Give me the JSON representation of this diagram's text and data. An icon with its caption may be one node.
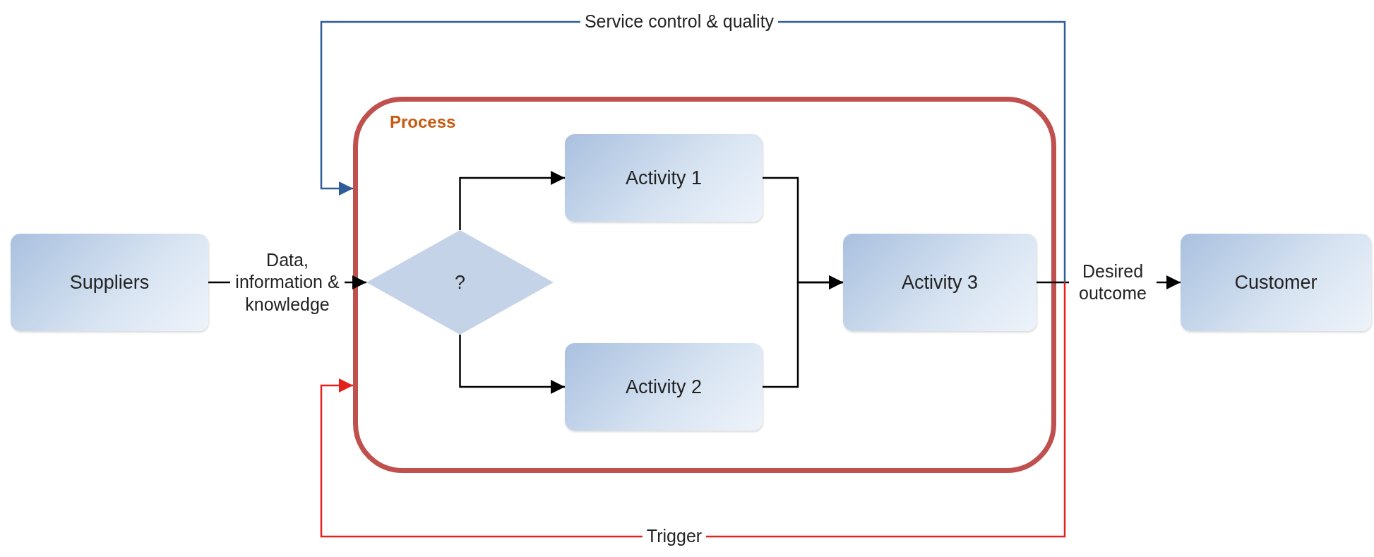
{
  "diagram": {
    "nodes": [
      {
        "text": [
          "Suppliers"
        ]
      },
      {
        "text": [
          "Process"
        ]
      },
      {
        "text": [
          "?"
        ],
        "in": 1
      },
      {
        "text": [
          "Activity 1"
        ],
        "in": 1
      },
      {
        "text": [
          "Activity 2"
        ],
        "in": 1
      },
      {
        "text": [
          "Activity 3"
        ],
        "in": 1
      },
      {
        "text": [
          "Customer"
        ]
      }
    ],
    "edges": [
      {
        "from": 0,
        "to": 2,
        "arrow": "to",
        "label": "Data, information & knowledge"
      },
      {
        "from": 2,
        "to": 3,
        "arrow": "to"
      },
      {
        "from": 2,
        "to": 4,
        "arrow": "to"
      },
      {
        "from": 3,
        "to": 5,
        "arrow": "to"
      },
      {
        "from": 4,
        "to": 5,
        "arrow": "to"
      },
      {
        "from": 5,
        "to": 6,
        "arrow": "to",
        "label": "Desired outcome"
      },
      {
        "from": null,
        "to": 1,
        "arrow": "to",
        "label": "Service control & quality",
        "color": "#2e5c9a"
      },
      {
        "from": null,
        "to": 1,
        "arrow": "to",
        "label": "Trigger",
        "color": "#e3221c"
      }
    ]
  }
}
